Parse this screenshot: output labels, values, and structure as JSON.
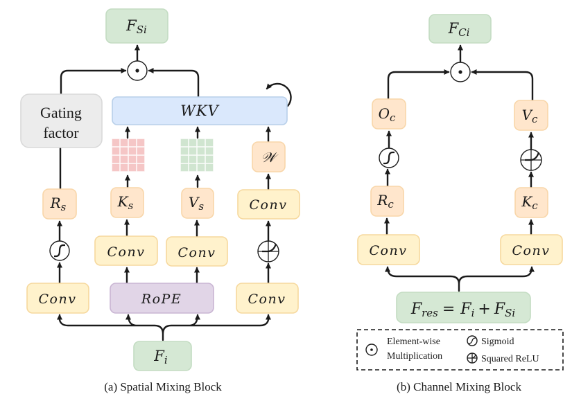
{
  "colors": {
    "output_fill": "#d5e8d4",
    "output_stroke": "#c3dcc2",
    "gate_fill": "#ececec",
    "gate_stroke": "#d9d9d9",
    "wkv_fill": "#dae8fc",
    "wkv_stroke": "#b8cfe9",
    "proj_fill": "#ffe6cc",
    "proj_stroke": "#f8d6a9",
    "conv_fill": "#fff2cc",
    "conv_stroke": "#f6d89d",
    "rope_fill": "#e1d5e7",
    "rope_stroke": "#c9b5d3",
    "key_grid": "#f5c6c6",
    "value_grid": "#d0e5d0",
    "edge": "#1a1a1a"
  },
  "spatial_block": {
    "caption": "(a) Spatial Mixing Block",
    "output": {
      "main": "F",
      "sub": "Si"
    },
    "gating": {
      "line1": "Gating",
      "line2": "factor"
    },
    "wkv": {
      "label": "WKV"
    },
    "w_box": {
      "label": "𝒲"
    },
    "r": {
      "main": "R",
      "sub": "s"
    },
    "k": {
      "main": "K",
      "sub": "s"
    },
    "v": {
      "main": "V",
      "sub": "s"
    },
    "conv_label": "Conv",
    "rope": {
      "label": "RoPE"
    },
    "input": {
      "main": "F",
      "sub": "i"
    },
    "multiply_op": "element-wise-multiplication",
    "gate_activation": "sigmoid",
    "w_activation": "squared-relu",
    "key_grid": {
      "rows": 4,
      "cols": 4
    },
    "value_grid": {
      "rows": 4,
      "cols": 4
    }
  },
  "channel_block": {
    "caption": "(b) Channel Mixing Block",
    "output": {
      "main": "F",
      "sub": "Ci"
    },
    "o": {
      "main": "O",
      "sub": "c"
    },
    "v": {
      "main": "V",
      "sub": "c"
    },
    "r": {
      "main": "R",
      "sub": "c"
    },
    "k": {
      "main": "K",
      "sub": "c"
    },
    "conv_label": "Conv",
    "residual": {
      "lhs_main": "F",
      "lhs_sub": "res",
      "eq": "=",
      "t1_main": "F",
      "t1_sub": "i",
      "plus": "+",
      "t2_main": "F",
      "t2_sub": "Si"
    },
    "multiply_op": "element-wise-multiplication",
    "o_activation": "sigmoid",
    "v_activation": "squared-relu"
  },
  "legend": {
    "multiplication_line1": "Element-wise",
    "multiplication_line2": "Multiplication",
    "sigmoid": "Sigmoid",
    "squared_relu": "Squared ReLU"
  }
}
